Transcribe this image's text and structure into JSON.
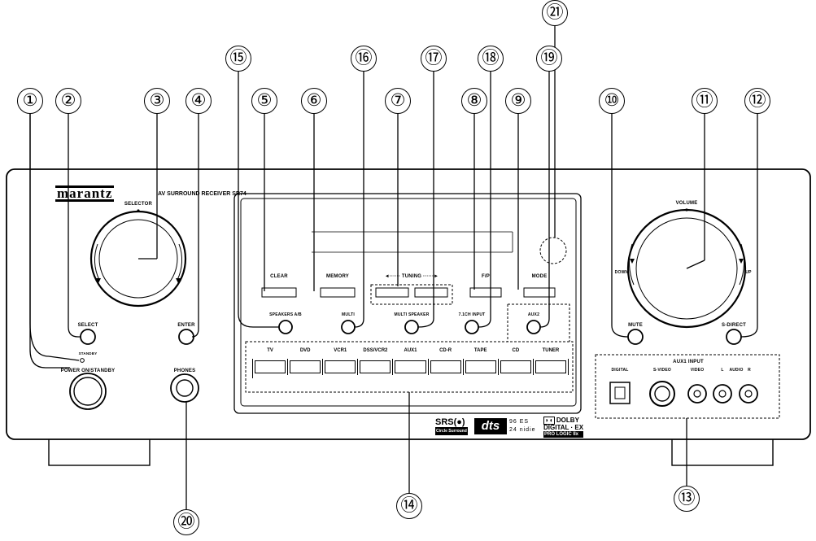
{
  "callouts": [
    "①",
    "②",
    "③",
    "④",
    "⑤",
    "⑥",
    "⑦",
    "⑧",
    "⑨",
    "⑩",
    "⑪",
    "⑫",
    "⑬",
    "⑭",
    "⑮",
    "⑯",
    "⑰",
    "⑱",
    "⑲",
    "⑳",
    "㉑"
  ],
  "brand": "marantz",
  "model": "AV SURROUND RECEIVER SR74",
  "labels": {
    "selector": "SELECTOR",
    "select": "SELECT",
    "enter": "ENTER",
    "standby": "STANDBY",
    "power": "POWER ON/STANDBY",
    "phones": "PHONES",
    "clear": "CLEAR",
    "memory": "MEMORY",
    "tuning": "◄······ TUNING ······►",
    "fp": "F/P",
    "mode": "MODE",
    "speakers_ab": "SPEAKERS A/B",
    "multi": "MULTI",
    "multi_speaker": "MULTI SPEAKER",
    "ch71_input": "7.1CH INPUT",
    "aux2": "AUX2",
    "volume": "VOLUME",
    "down": "DOWN",
    "up": "UP",
    "mute": "MUTE",
    "s_direct": "S-DIRECT",
    "aux1_input": "AUX1  INPUT",
    "digital": "DIGITAL",
    "s_video": "S-VIDEO",
    "video": "VIDEO",
    "l": "L",
    "audio": "AUDIO",
    "r": "R"
  },
  "sources": [
    "TV",
    "DVD",
    "VCR1",
    "DSS/VCR2",
    "AUX1",
    "CD-R",
    "TAPE",
    "CD",
    "TUNER"
  ],
  "logos": {
    "srs": "SRS(●)",
    "srs_sub": "Circle Surround",
    "dts": "dts",
    "dts_a": "96 ES",
    "dts_b": "24 nidie",
    "dolby": "DOLBY",
    "dolby_b": "DIGITAL · EX",
    "dolby_c": "PRO LOGIC IIx"
  }
}
